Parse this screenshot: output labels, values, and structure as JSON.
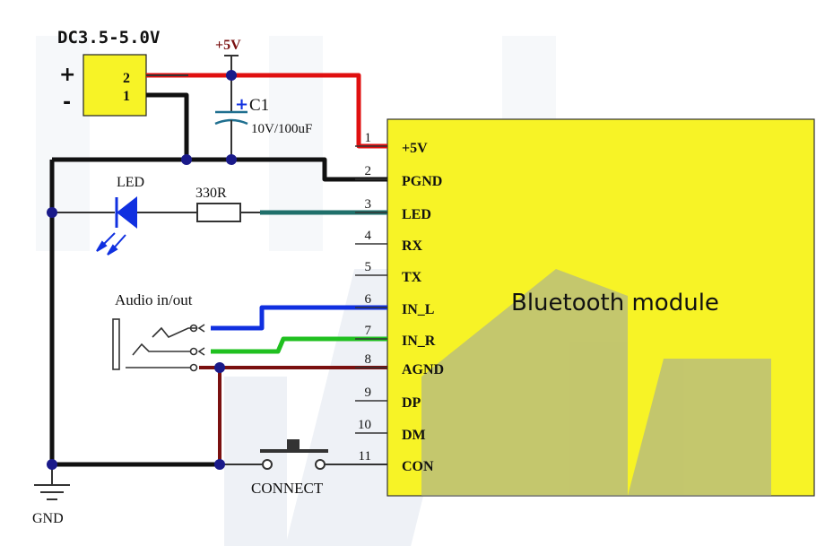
{
  "power": {
    "voltage_label": "DC3.5-5.0V",
    "plus_sign": "+",
    "minus_sign": "-",
    "pin_top": "2",
    "pin_bottom": "1",
    "rail_label": "+5V"
  },
  "capacitor": {
    "name": "C1",
    "plus": "+",
    "value": "10V/100uF"
  },
  "led": {
    "label": "LED"
  },
  "resistor": {
    "label": "330R"
  },
  "audio": {
    "label": "Audio in/out"
  },
  "button": {
    "label": "CONNECT"
  },
  "ground": {
    "label": "GND"
  },
  "module": {
    "title": "Bluetooth module",
    "fill_color": "#f7f326",
    "pins": [
      {
        "num": "1",
        "name": "+5V"
      },
      {
        "num": "2",
        "name": "PGND"
      },
      {
        "num": "3",
        "name": "LED"
      },
      {
        "num": "4",
        "name": "RX"
      },
      {
        "num": "5",
        "name": "TX"
      },
      {
        "num": "6",
        "name": "IN_L"
      },
      {
        "num": "7",
        "name": "IN_R"
      },
      {
        "num": "8",
        "name": "AGND"
      },
      {
        "num": "9",
        "name": "DP"
      },
      {
        "num": "10",
        "name": "DM"
      },
      {
        "num": "11",
        "name": "CON"
      }
    ]
  },
  "wire_colors": {
    "vcc": "#e01010",
    "ground": "#111111",
    "led": "#1f6f6a",
    "left": "#1030e0",
    "right": "#20c020",
    "agnd": "#7a1010"
  }
}
